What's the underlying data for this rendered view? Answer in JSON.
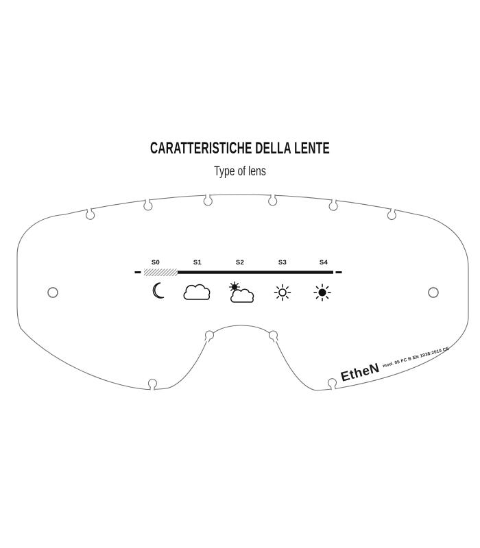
{
  "header": {
    "title": "CARATTERISTICHE DELLA LENTE",
    "subtitle": "Type of lens"
  },
  "lens": {
    "scale_labels": [
      "S0",
      "S1",
      "S2",
      "S3",
      "S4"
    ],
    "scale_icons": [
      "moon-icon",
      "cloud-icon",
      "sun-behind-cloud-icon",
      "sun-outline-icon",
      "sun-filled-icon"
    ],
    "markings": {
      "brand": "EtheN",
      "certification": "mod. 05 FC B EN 1938:2010 CE"
    }
  },
  "colors": {
    "background": "#ffffff",
    "outline": "#6e6e6e",
    "ink": "#111111",
    "hatch": "#8a8a8a"
  }
}
